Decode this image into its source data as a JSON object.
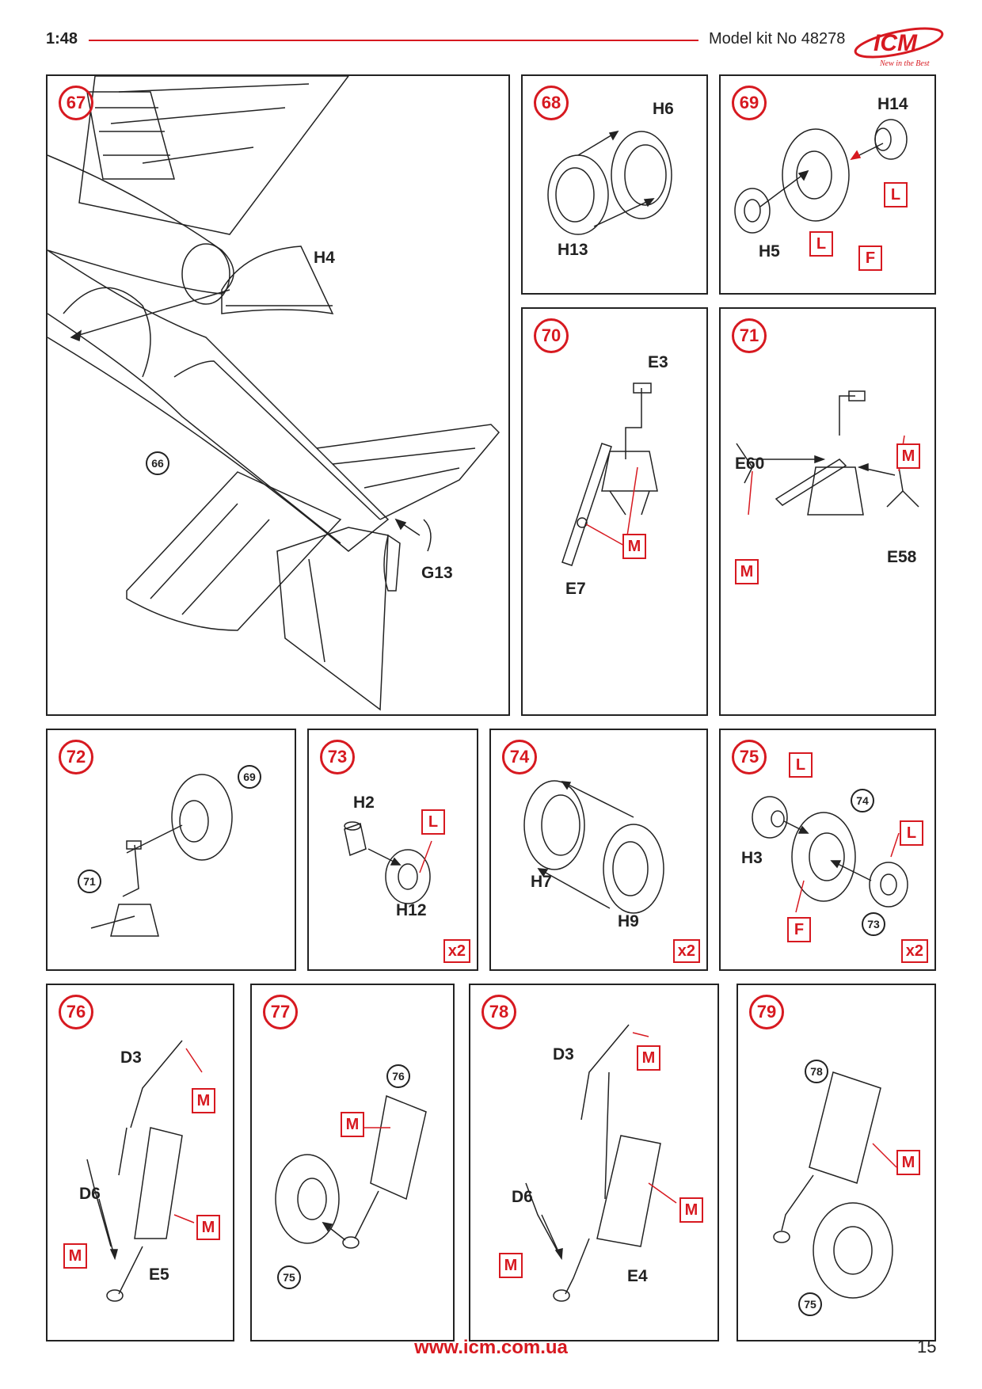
{
  "header": {
    "scale": "1:48",
    "kit": "Model kit No 48278",
    "brand": "ICM",
    "tagline": "New in the Best"
  },
  "steps": {
    "s67": {
      "num": "67",
      "parts": [
        "H4",
        "G13"
      ],
      "refs": [
        "66"
      ]
    },
    "s68": {
      "num": "68",
      "parts": [
        "H6",
        "H13"
      ]
    },
    "s69": {
      "num": "69",
      "parts": [
        "H14",
        "H5"
      ],
      "tags": [
        "L",
        "L",
        "F"
      ]
    },
    "s70": {
      "num": "70",
      "parts": [
        "E3",
        "E7"
      ],
      "tags": [
        "M"
      ]
    },
    "s71": {
      "num": "71",
      "parts": [
        "E60",
        "E58"
      ],
      "tags": [
        "M",
        "M"
      ]
    },
    "s72": {
      "num": "72",
      "refs": [
        "69",
        "71"
      ]
    },
    "s73": {
      "num": "73",
      "parts": [
        "H2",
        "H12"
      ],
      "tags": [
        "L"
      ],
      "mult": "x2"
    },
    "s74": {
      "num": "74",
      "parts": [
        "H7",
        "H9"
      ],
      "mult": "x2"
    },
    "s75": {
      "num": "75",
      "parts": [
        "H3"
      ],
      "refs": [
        "74",
        "73"
      ],
      "tags": [
        "L",
        "L",
        "F"
      ],
      "mult": "x2"
    },
    "s76": {
      "num": "76",
      "parts": [
        "D3",
        "D6",
        "E5"
      ],
      "tags": [
        "M",
        "M",
        "M"
      ]
    },
    "s77": {
      "num": "77",
      "refs": [
        "76",
        "75"
      ],
      "tags": [
        "M"
      ]
    },
    "s78": {
      "num": "78",
      "parts": [
        "D3",
        "D6",
        "E4"
      ],
      "tags": [
        "M",
        "M",
        "M"
      ]
    },
    "s79": {
      "num": "79",
      "refs": [
        "78",
        "75"
      ],
      "tags": [
        "M"
      ]
    }
  },
  "footer": {
    "url": "www.icm.com.ua",
    "page": "15"
  },
  "colors": {
    "accent": "#d71920",
    "line": "#222222"
  }
}
